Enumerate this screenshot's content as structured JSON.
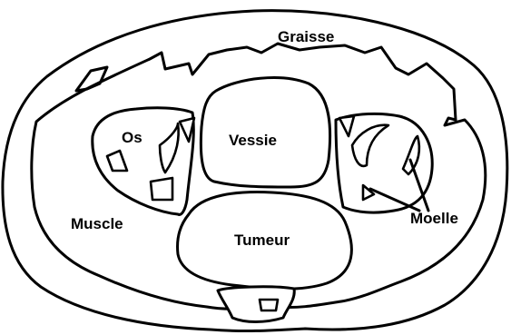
{
  "labels": {
    "graisse": "Graisse",
    "os": "Os",
    "vessie": "Vessie",
    "muscle": "Muscle",
    "tumeur": "Tumeur",
    "moelle": "Moelle"
  },
  "colors": {
    "stroke": "#000000",
    "background": "#ffffff"
  }
}
